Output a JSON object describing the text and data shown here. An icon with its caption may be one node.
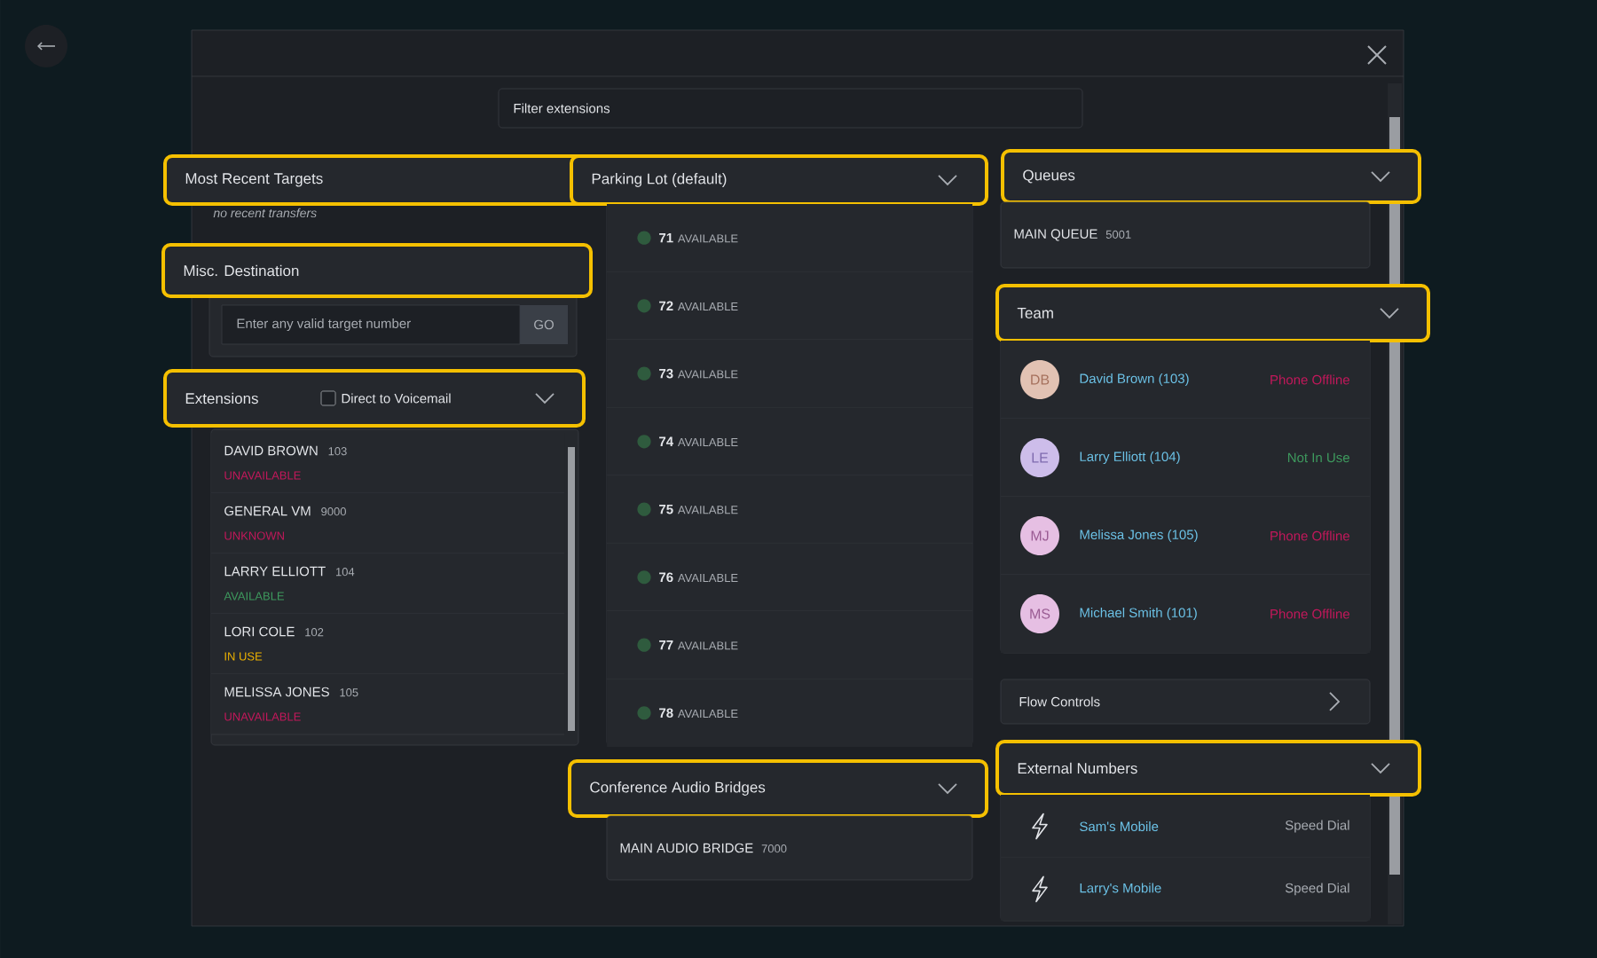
{
  "diagram": {
    "nodes": [
      {
        "text": [
          "Filter extensions"
        ]
      },
      {
        "text": [
          "Most Recent Targets"
        ]
      },
      {
        "text": [
          "no recent transfers"
        ]
      },
      {
        "text": [
          "Misc. Destination"
        ]
      },
      {
        "text": [
          "Enter any valid target number"
        ]
      },
      {
        "text": [
          "GO"
        ]
      },
      {
        "text": [
          "Extensions",
          "Direct to Voicemail"
        ]
      },
      {
        "text": [
          "DAVID BROWN",
          "103",
          "UNAVAILABLE"
        ]
      },
      {
        "text": [
          "GENERAL VM",
          "9000",
          "UNKNOWN"
        ]
      },
      {
        "text": [
          "LARRY ELLIOTT",
          "104",
          "AVAILABLE"
        ]
      },
      {
        "text": [
          "LORI COLE",
          "102",
          "IN USE"
        ]
      },
      {
        "text": [
          "MELISSA JONES",
          "105",
          "UNAVAILABLE"
        ]
      },
      {
        "text": [
          "Parking Lot (default)"
        ]
      },
      {
        "text": [
          "71",
          "AVAILABLE"
        ]
      },
      {
        "text": [
          "72",
          "AVAILABLE"
        ]
      },
      {
        "text": [
          "73",
          "AVAILABLE"
        ]
      },
      {
        "text": [
          "74",
          "AVAILABLE"
        ]
      },
      {
        "text": [
          "75",
          "AVAILABLE"
        ]
      },
      {
        "text": [
          "76",
          "AVAILABLE"
        ]
      },
      {
        "text": [
          "77",
          "AVAILABLE"
        ]
      },
      {
        "text": [
          "78",
          "AVAILABLE"
        ]
      },
      {
        "text": [
          "Conference Audio Bridges"
        ]
      },
      {
        "text": [
          "MAIN AUDIO BRIDGE",
          "7000"
        ]
      },
      {
        "text": [
          "Queues"
        ]
      },
      {
        "text": [
          "MAIN QUEUE",
          "5001"
        ]
      },
      {
        "text": [
          "Team"
        ]
      },
      {
        "text": [
          "DB",
          "David Brown (103)",
          "Phone Offline"
        ]
      },
      {
        "text": [
          "LE",
          "Larry Elliott (104)",
          "Not In Use"
        ]
      },
      {
        "text": [
          "MJ",
          "Melissa Jones (105)",
          "Phone Offline"
        ]
      },
      {
        "text": [
          "MS",
          "Michael Smith (101)",
          "Phone Offline"
        ]
      },
      {
        "text": [
          "Flow Controls"
        ]
      },
      {
        "text": [
          "External Numbers"
        ]
      },
      {
        "text": [
          "Sam's Mobile",
          "Speed Dial"
        ]
      },
      {
        "text": [
          "Larry's Mobile",
          "Speed Dial"
        ]
      }
    ]
  }
}
